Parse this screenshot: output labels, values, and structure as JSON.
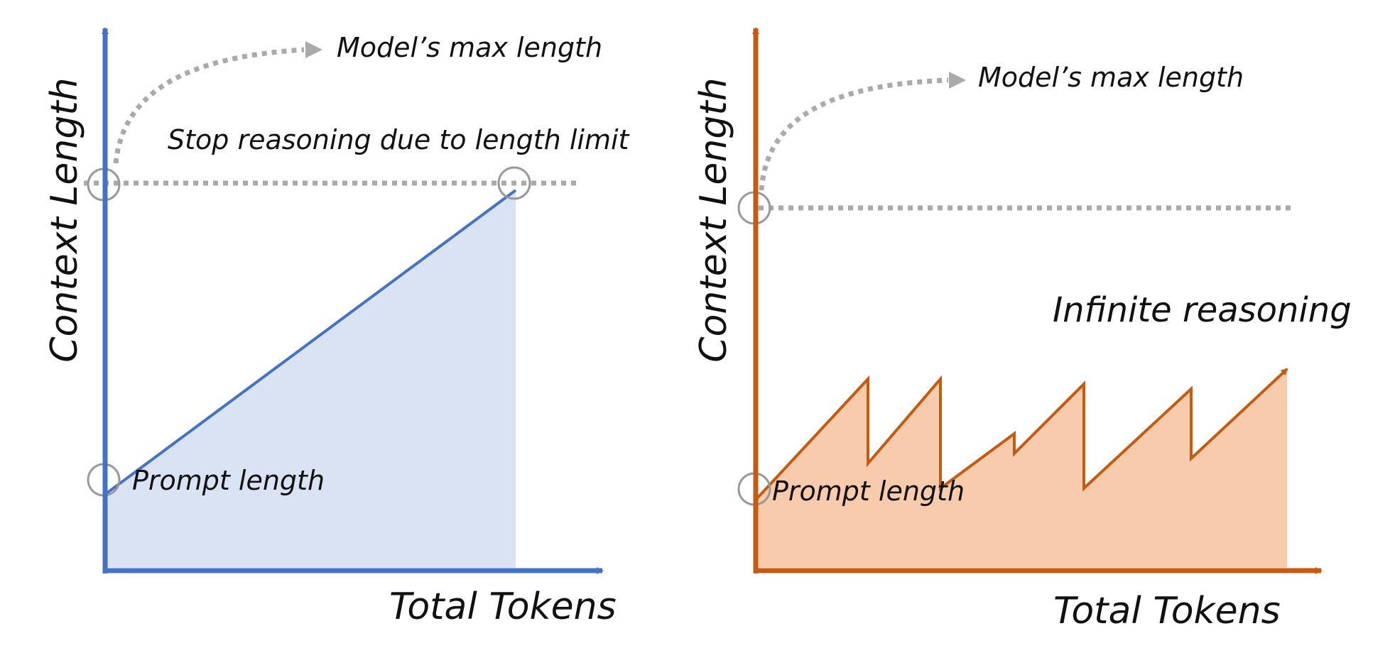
{
  "colors": {
    "left_accent": "#4472c4",
    "left_fill": "#dae3f3",
    "right_accent": "#c55a11",
    "right_fill": "#f8cbad",
    "guide": "#aaaaaa"
  },
  "left_panel": {
    "y_axis_label": "Context Length",
    "x_axis_label": "Total Tokens",
    "max_length_label": "Model’s max length",
    "stop_label": "Stop reasoning due to length limit",
    "prompt_label": "Prompt length",
    "context_level": {
      "start": 0.15,
      "end": 0.76
    }
  },
  "right_panel": {
    "y_axis_label": "Context Length",
    "x_axis_label": "Total Tokens",
    "max_length_label": "Model’s max length",
    "infinite_label": "Infinite reasoning",
    "prompt_label": "Prompt length",
    "context_levels": [
      0.14,
      0.38,
      0.21,
      0.38,
      0.16,
      0.27,
      0.23,
      0.37,
      0.16,
      0.36,
      0.22,
      0.4
    ]
  }
}
